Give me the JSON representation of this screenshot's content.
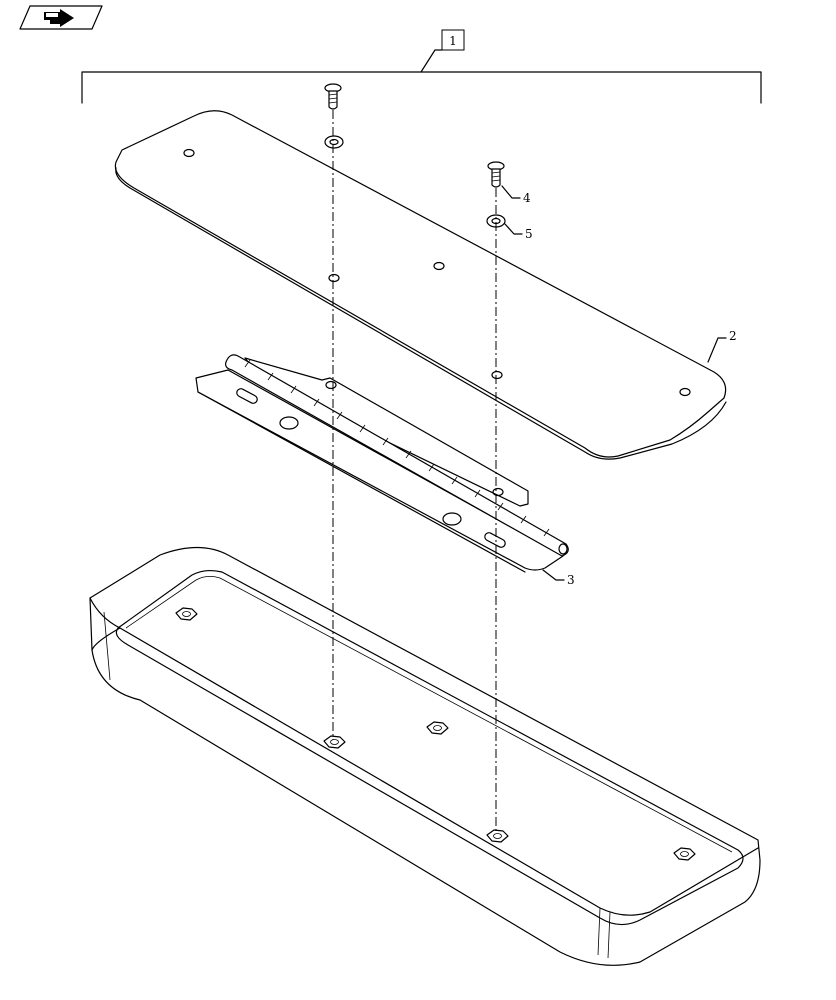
{
  "nav_icon": "arrow-right-icon",
  "callouts": {
    "assembly": "1",
    "cover": "2",
    "hinge": "3",
    "screw": "4",
    "washer": "5"
  }
}
